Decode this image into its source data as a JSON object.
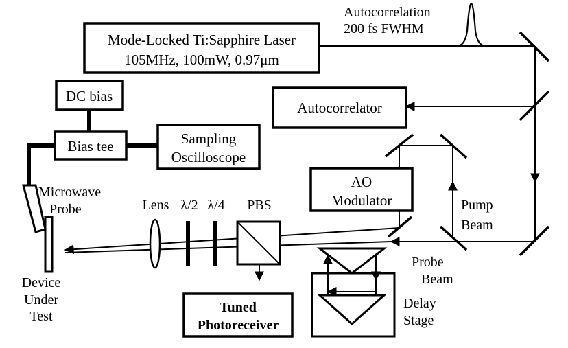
{
  "laser": {
    "line1": "Mode-Locked Ti:Sapphire Laser",
    "line2": "105MHz, 100mW, 0.97μm"
  },
  "autocorrelation": {
    "line1": "Autocorrelation",
    "line2": "200 fs FWHM"
  },
  "dc_bias": "DC bias",
  "bias_tee": "Bias tee",
  "oscilloscope": {
    "line1": "Sampling",
    "line2": "Oscilloscope"
  },
  "autocorrelator": "Autocorrelator",
  "ao_modulator": {
    "line1": "AO",
    "line2": "Modulator"
  },
  "microwave_probe": {
    "line1": "Microwave",
    "line2": "Probe"
  },
  "optics": {
    "lens": "Lens",
    "half_wave": "λ/2",
    "quarter_wave": "λ/4",
    "pbs": "PBS"
  },
  "pump_beam": {
    "line1": "Pump",
    "line2": "Beam"
  },
  "probe_beam": {
    "line1": "Probe",
    "line2": "Beam"
  },
  "device": {
    "line1": "Device",
    "line2": "Under",
    "line3": "Test"
  },
  "photoreceiver": {
    "line1": "Tuned",
    "line2": "Photoreceiver"
  },
  "delay_stage": {
    "line1": "Delay",
    "line2": "Stage"
  }
}
